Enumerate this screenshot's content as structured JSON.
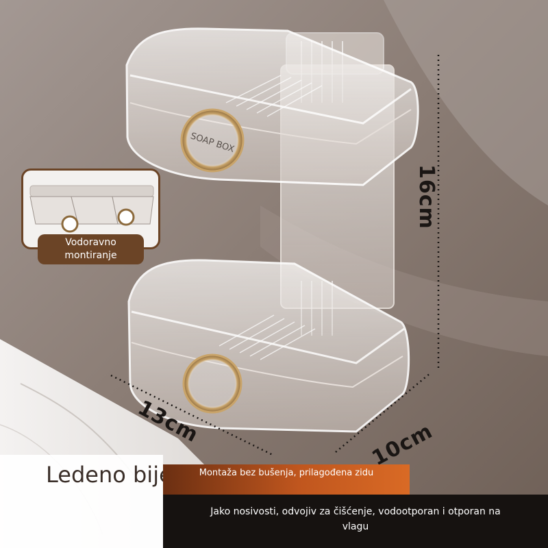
{
  "product": {
    "name_on_box": "SOAP BOX"
  },
  "dimensions": {
    "height": "16cm",
    "width": "13cm",
    "depth": "10cm"
  },
  "inset": {
    "label": "Vodoravno montiranje"
  },
  "color": {
    "name": "Ledeno bijela"
  },
  "features": {
    "mounting": "Montaža bez bušenja, prilagođena zidu",
    "properties": "Jako nosivosti, odvojiv za čišćenje, vodootporan i otporan na vlagu"
  },
  "colors": {
    "accent_brown": "#6b4426",
    "accent_orange": "#d96a25",
    "gold_ring": "#c9a46a",
    "dark_band": "#161210"
  }
}
